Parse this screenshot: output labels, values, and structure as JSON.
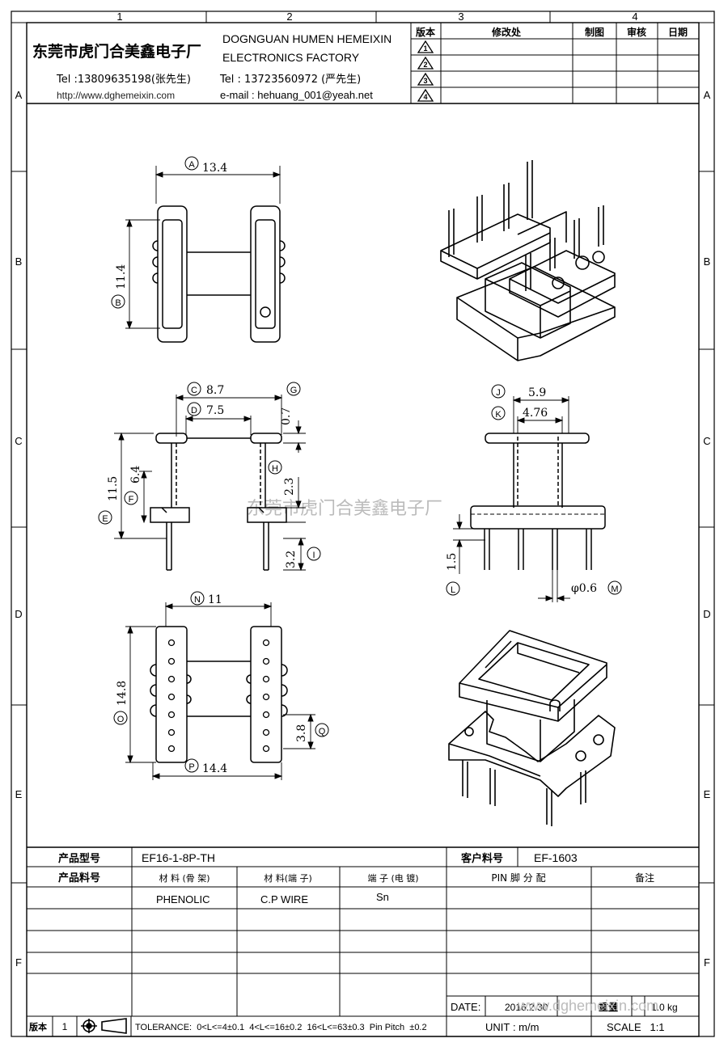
{
  "frame": {
    "col_labels": [
      "1",
      "2",
      "3",
      "4"
    ],
    "row_labels": [
      "A",
      "B",
      "C",
      "D",
      "E",
      "F"
    ]
  },
  "header": {
    "company_cn": "东莞市虎门合美鑫电子厂",
    "company_en_1": "DOGNGUAN HUMEN HEMEIXIN",
    "company_en_2": "ELECTRONICS FACTORY",
    "tel1": "Tel :13809635198(张先生)",
    "tel2": "Tel : 13723560972 (严先生)",
    "website": "http://www.dghemeixin.com",
    "email": "e-mail : hehuang_001@yeah.net"
  },
  "revision_table": {
    "headers": [
      "版本",
      "修改处",
      "制图",
      "审核",
      "日期"
    ],
    "rows": [
      "1",
      "2",
      "3",
      "4"
    ]
  },
  "dimensions": {
    "A": "13.4",
    "B": "11.4",
    "C": "8.7",
    "D": "7.5",
    "E": "11.5",
    "F": "6.4",
    "G": "0.7",
    "H": "2.3",
    "I": "3.2",
    "J": "5.9",
    "K": "4.76",
    "L": "1.5",
    "M": "φ0.6",
    "N": "11",
    "O": "14.8",
    "P": "14.4",
    "Q": "3.8"
  },
  "watermark": "东莞市虎门合美鑫电子厂",
  "bottom_table": {
    "product_model_label": "产品型号",
    "product_model_value": "EF16-1-8P-TH",
    "customer_no_label": "客户料号",
    "customer_no_value": "EF-1603",
    "product_material_label": "产品料号",
    "col_bobbin": "材 料 (骨 架)",
    "col_pin": "材 料(端 子)",
    "col_plating": "端 子 (电 镀)",
    "col_pin_assign": "PIN 脚 分 配",
    "col_remark": "备注",
    "bobbin_value": "PHENOLIC",
    "pin_value": "C.P WIRE",
    "plating_value": "Sn",
    "date_label": "DATE:",
    "date_value": "2016.2.30",
    "weight_label": "重量",
    "weight_value": "1.0 kg",
    "unit": "UNIT : m/m",
    "scale": "SCALE   1:1",
    "version_label": "版本",
    "version_value": "1",
    "tolerance": "TOLERANCE:  0<L<=4±0.1  4<L<=16±0.2  16<L<=63±0.3  Pin Pitch  ±0.2"
  }
}
